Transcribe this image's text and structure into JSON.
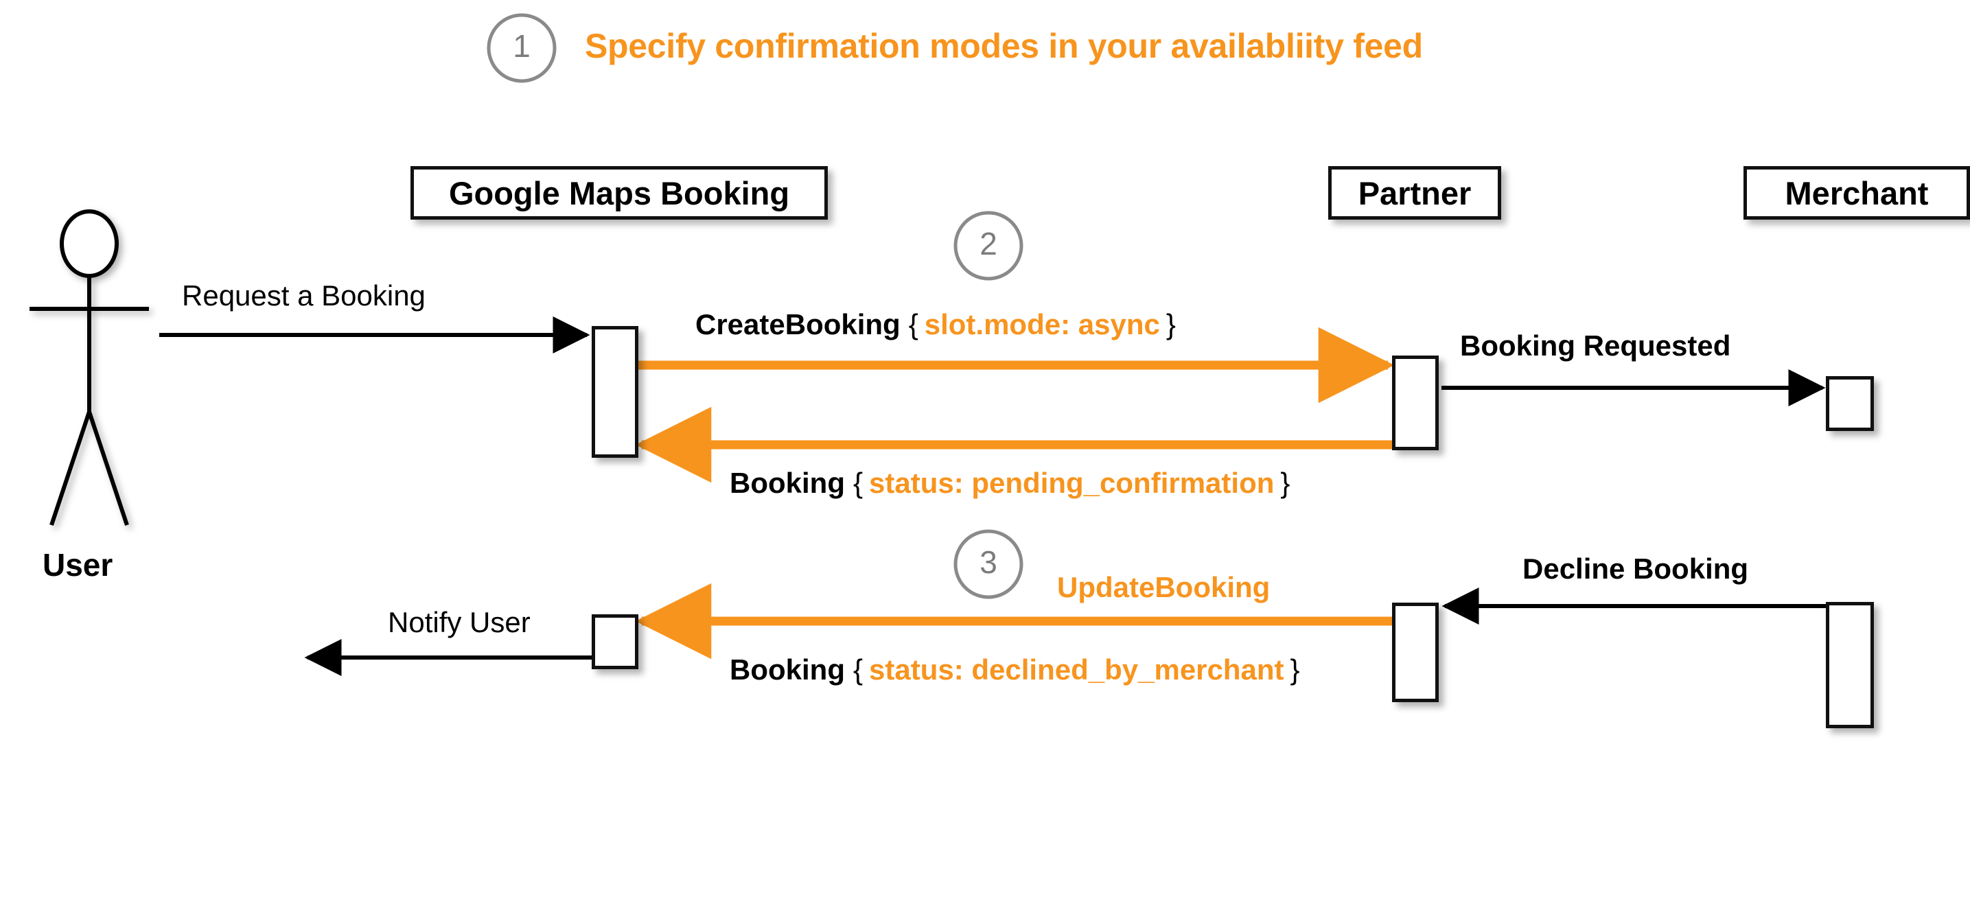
{
  "colors": {
    "accent_orange": "#F7941E",
    "ink": "#000000",
    "step_gray": "#7C7C7C",
    "background": "#FFFFFF"
  },
  "header": {
    "step_badge": "1",
    "title": "Specify confirmation modes in your availabliity feed"
  },
  "steps": [
    {
      "number": "1"
    },
    {
      "number": "2"
    },
    {
      "number": "3"
    }
  ],
  "actors": [
    {
      "id": "user",
      "label": "User",
      "kind": "stick-figure"
    },
    {
      "id": "gmb",
      "label": "Google Maps Booking",
      "kind": "lifeline-box"
    },
    {
      "id": "partner",
      "label": "Partner",
      "kind": "lifeline-box"
    },
    {
      "id": "merchant",
      "label": "Merchant",
      "kind": "lifeline-box"
    }
  ],
  "messages": [
    {
      "id": "request-a-booking",
      "label": "Request a Booking",
      "from": "user",
      "to": "gmb",
      "style": "black-solid",
      "weight": "normal",
      "direction": "right"
    },
    {
      "id": "create-booking",
      "label_bold": "CreateBooking",
      "brace_open": "{",
      "label_accent": "slot.mode: async",
      "brace_close": "}",
      "from": "gmb",
      "to": "partner",
      "style": "orange-solid",
      "direction": "right"
    },
    {
      "id": "booking-requested",
      "label": "Booking Requested",
      "from": "partner",
      "to": "merchant",
      "style": "black-solid",
      "weight": "bold",
      "direction": "right"
    },
    {
      "id": "booking-pending-confirmation",
      "label_bold": "Booking",
      "brace_open": "{",
      "label_accent": "status: pending_confirmation",
      "brace_close": "}",
      "from": "partner",
      "to": "gmb",
      "style": "orange-solid",
      "direction": "left"
    },
    {
      "id": "decline-booking",
      "label": "Decline Booking",
      "from": "merchant",
      "to": "partner",
      "style": "black-solid",
      "weight": "bold",
      "direction": "left"
    },
    {
      "id": "update-booking",
      "label_accent": "UpdateBooking",
      "label_bold": "Booking",
      "brace_open": "{",
      "label_accent2": "status: declined_by_merchant",
      "brace_close": "}",
      "from": "partner",
      "to": "gmb",
      "style": "orange-solid",
      "direction": "left"
    },
    {
      "id": "notify-user",
      "label": "Notify User",
      "from": "gmb",
      "to": "user",
      "style": "black-solid",
      "weight": "normal",
      "direction": "left"
    }
  ],
  "chart_data": {
    "type": "table",
    "title": "Specify confirmation modes in your availabliity feed",
    "participants": [
      "User",
      "Google Maps Booking",
      "Partner",
      "Merchant"
    ],
    "sequence": [
      {
        "step": 1,
        "from": "User",
        "to": "Google Maps Booking",
        "message": "Request a Booking",
        "color": "black"
      },
      {
        "step": 2,
        "from": "Google Maps Booking",
        "to": "Partner",
        "message": "CreateBooking { slot.mode: async }",
        "color": "orange"
      },
      {
        "step": 2,
        "from": "Partner",
        "to": "Merchant",
        "message": "Booking Requested",
        "color": "black"
      },
      {
        "step": 2,
        "from": "Partner",
        "to": "Google Maps Booking",
        "message": "Booking { status: pending_confirmation }",
        "color": "orange"
      },
      {
        "step": 3,
        "from": "Merchant",
        "to": "Partner",
        "message": "Decline Booking",
        "color": "black"
      },
      {
        "step": 3,
        "from": "Partner",
        "to": "Google Maps Booking",
        "message": "UpdateBooking Booking { status: declined_by_merchant }",
        "color": "orange"
      },
      {
        "step": 3,
        "from": "Google Maps Booking",
        "to": "User",
        "message": "Notify User",
        "color": "black"
      }
    ]
  }
}
